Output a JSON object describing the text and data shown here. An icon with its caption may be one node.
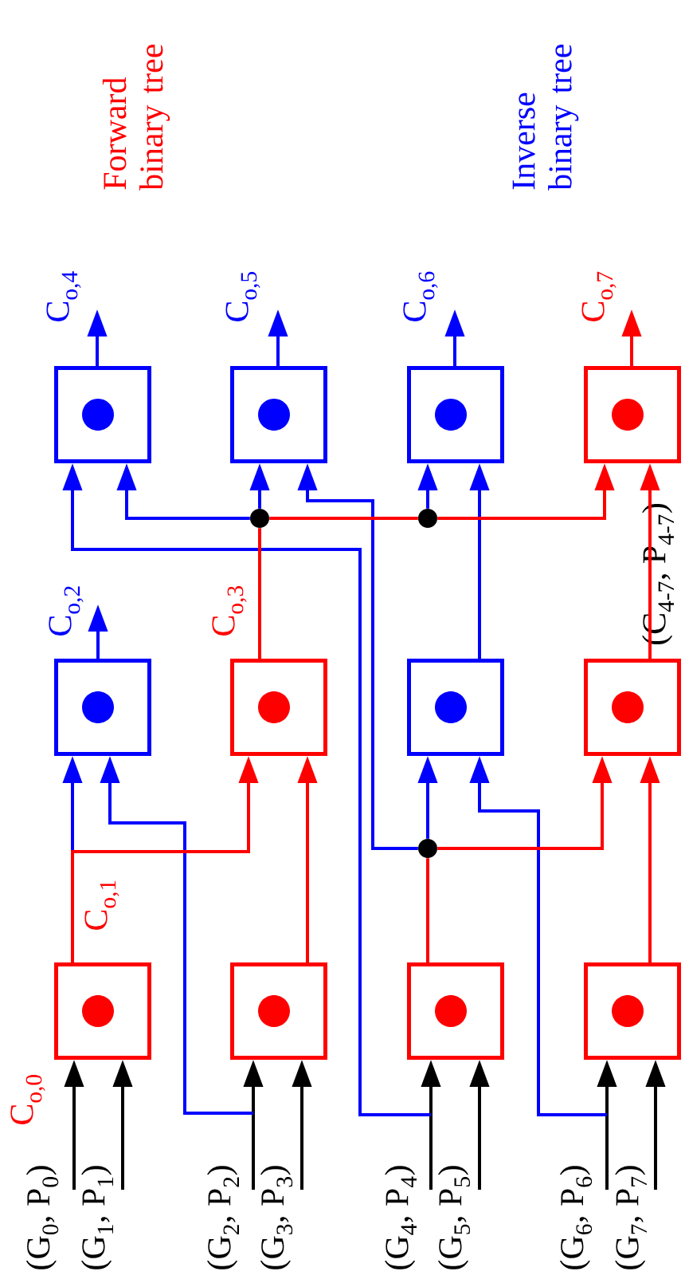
{
  "diagram": {
    "nodes": [
      {
        "text": [],
        "shape": "box",
        "beside": [
          "C$_{o,1}$"
        ]
      },
      {
        "text": [],
        "shape": "box"
      },
      {
        "text": [],
        "shape": "box"
      },
      {
        "text": [],
        "shape": "box"
      },
      {
        "text": [],
        "shape": "box",
        "beside": [
          "C$_{o,2}$"
        ]
      },
      {
        "text": [],
        "shape": "box",
        "beside": [
          "C$_{o,3}$"
        ]
      },
      {
        "text": [],
        "shape": "box"
      },
      {
        "text": [],
        "shape": "box",
        "beside": [
          "(C$_{4-7}$, P$_{4-7}$)"
        ]
      },
      {
        "text": [],
        "shape": "box",
        "beside": [
          "C$_{o,4}$"
        ]
      },
      {
        "text": [],
        "shape": "box",
        "beside": [
          "C$_{o,5}$"
        ]
      },
      {
        "text": [],
        "shape": "box",
        "beside": [
          "C$_{o,6}$"
        ]
      },
      {
        "text": [],
        "shape": "box",
        "beside": [
          "C$_{o,7}$"
        ]
      },
      {
        "text": [],
        "shape": "circle"
      },
      {
        "text": [],
        "shape": "circle"
      },
      {
        "text": [],
        "shape": "circle"
      },
      {
        "text": [
          "(G$_{0}$, P$_{0}$)"
        ]
      },
      {
        "text": [
          "(G$_{1}$, P$_{1}$)"
        ]
      },
      {
        "text": [
          "(G$_{2}$, P$_{2}$)"
        ]
      },
      {
        "text": [
          "(G$_{3}$, P$_{3}$)"
        ]
      },
      {
        "text": [
          "(G$_{4}$, P$_{4}$)"
        ]
      },
      {
        "text": [
          "(G$_{5}$, P$_{5}$)"
        ]
      },
      {
        "text": [
          "(G$_{6}$, P$_{6}$)"
        ]
      },
      {
        "text": [
          "(G$_{7}$, P$_{7}$)"
        ]
      }
    ],
    "edges": [
      {
        "from": 15,
        "to": 0,
        "arrow": "to",
        "color": "#000000"
      },
      {
        "from": 16,
        "to": 0,
        "arrow": "to",
        "color": "#000000"
      },
      {
        "from": 17,
        "to": 1,
        "arrow": "to",
        "color": "#000000"
      },
      {
        "from": 18,
        "to": 1,
        "arrow": "to",
        "color": "#000000"
      },
      {
        "from": 19,
        "to": 2,
        "arrow": "to",
        "color": "#000000"
      },
      {
        "from": 20,
        "to": 2,
        "arrow": "to",
        "color": "#000000"
      },
      {
        "from": 21,
        "to": 3,
        "arrow": "to",
        "color": "#000000"
      },
      {
        "from": 22,
        "to": 3,
        "arrow": "to",
        "color": "#000000"
      },
      {
        "from": 0,
        "to": 4,
        "arrow": "to",
        "color": "#0000ff"
      },
      {
        "from": 17,
        "to": 4,
        "arrow": "to",
        "color": "#0000ff"
      },
      {
        "from": 19,
        "to": 8,
        "arrow": "to",
        "color": "#0000ff"
      },
      {
        "from": 21,
        "to": 6,
        "arrow": "to",
        "color": "#0000ff"
      },
      {
        "from": 14,
        "to": 6,
        "arrow": "to",
        "color": "#0000ff"
      },
      {
        "from": 14,
        "to": 9,
        "arrow": "to",
        "color": "#0000ff"
      },
      {
        "from": 12,
        "to": 9,
        "arrow": "to",
        "color": "#0000ff"
      },
      {
        "from": 12,
        "to": 8,
        "arrow": "to",
        "color": "#0000ff"
      },
      {
        "from": 13,
        "to": 10,
        "arrow": "to",
        "color": "#0000ff"
      },
      {
        "from": 6,
        "to": 10,
        "arrow": "to",
        "color": "#0000ff"
      },
      {
        "from": 4,
        "to": null,
        "arrow": "to",
        "color": "#0000ff"
      },
      {
        "from": 8,
        "to": null,
        "arrow": "to",
        "color": "#0000ff"
      },
      {
        "from": 9,
        "to": null,
        "arrow": "to",
        "color": "#0000ff"
      },
      {
        "from": 10,
        "to": null,
        "arrow": "to",
        "color": "#0000ff"
      },
      {
        "from": 0,
        "to": 5,
        "arrow": "to",
        "color": "#ff0000"
      },
      {
        "from": 1,
        "to": 5,
        "arrow": "to",
        "color": "#ff0000"
      },
      {
        "from": 2,
        "to": 14,
        "arrow": "none",
        "color": "#ff0000"
      },
      {
        "from": 14,
        "to": 7,
        "arrow": "to",
        "color": "#ff0000"
      },
      {
        "from": 3,
        "to": 7,
        "arrow": "to",
        "color": "#ff0000"
      },
      {
        "from": 5,
        "to": 12,
        "arrow": "none",
        "color": "#ff0000"
      },
      {
        "from": 12,
        "to": 13,
        "arrow": "none",
        "color": "#ff0000"
      },
      {
        "from": 13,
        "to": 11,
        "arrow": "to",
        "color": "#ff0000"
      },
      {
        "from": 7,
        "to": 11,
        "arrow": "to",
        "color": "#ff0000"
      },
      {
        "from": 11,
        "to": null,
        "arrow": "to",
        "color": "#ff0000"
      }
    ],
    "labels": [
      "Forward binary tree",
      "Inverse binary tree",
      "C$_{o,0}$"
    ]
  }
}
